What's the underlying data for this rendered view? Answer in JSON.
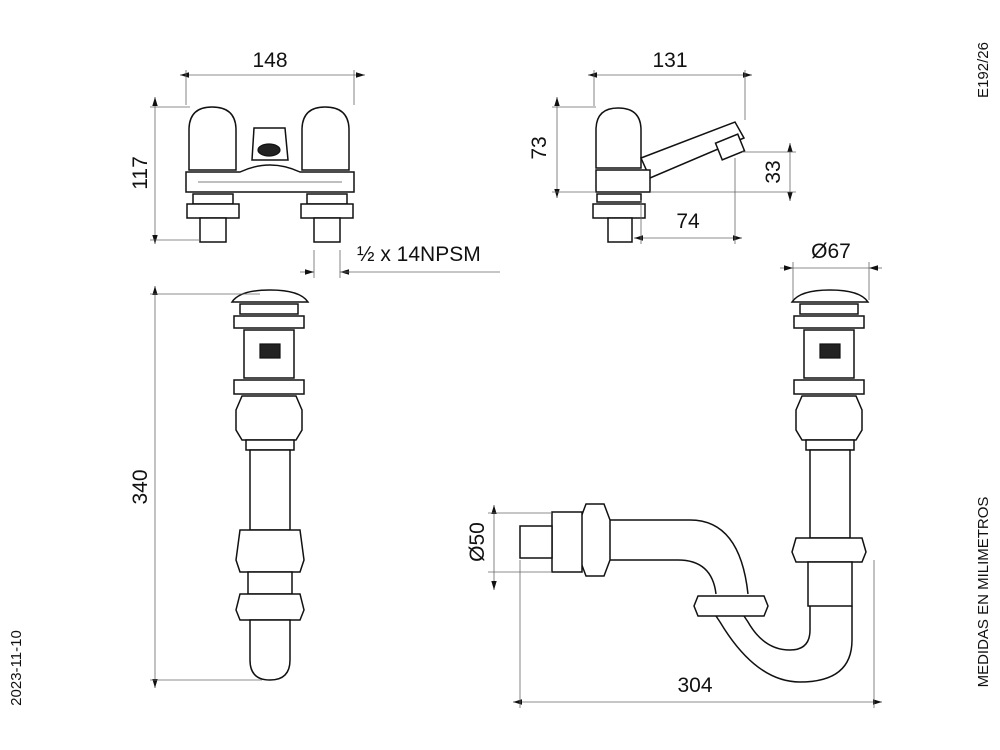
{
  "dimensions": {
    "faucet_front_width": "148",
    "faucet_front_height": "117",
    "faucet_side_width": "131",
    "faucet_side_height": "73",
    "spout_height": "33",
    "spout_reach": "74",
    "thread_spec": "½ x 14NPSM",
    "drain_diameter": "Ø67",
    "drain_height": "340",
    "trap_diameter": "Ø50",
    "trap_width": "304"
  },
  "side_labels": {
    "code": "E192/26",
    "date": "2023-11-10",
    "units_note": "MEDIDAS EN MILIMETROS"
  }
}
